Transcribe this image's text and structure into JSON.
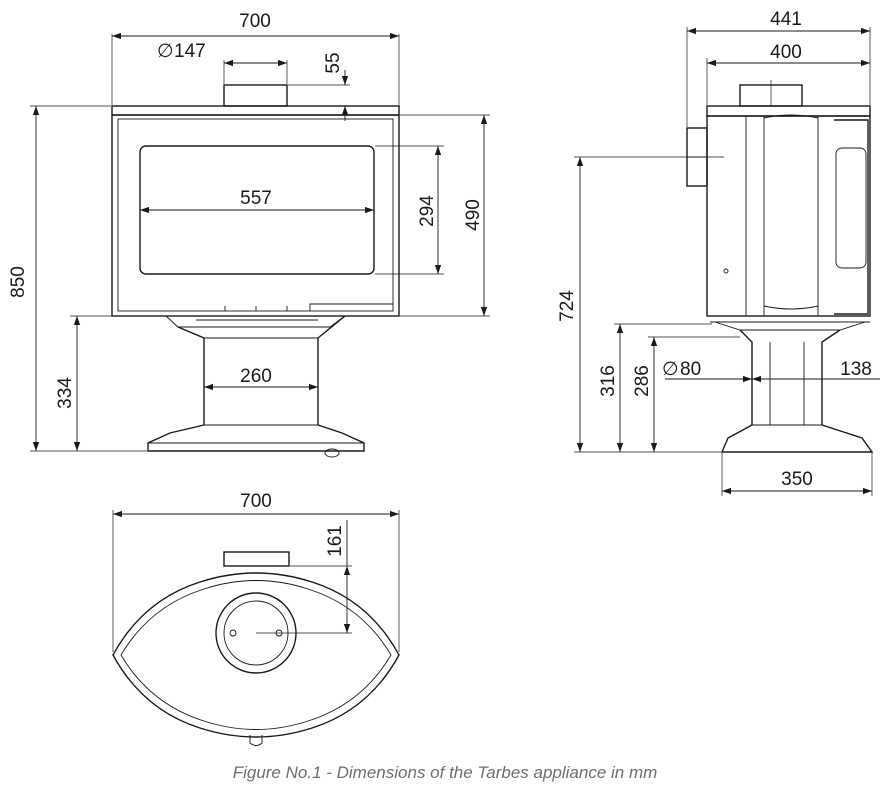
{
  "front_view": {
    "width": "700",
    "flue_diameter": "147",
    "flue_height": "55",
    "total_height": "850",
    "body_height": "490",
    "glass_width": "557",
    "glass_height": "294",
    "pedestal_width": "260",
    "pedestal_height": "334"
  },
  "side_view": {
    "overall_depth": "441",
    "body_depth": "400",
    "flue_center_height": "724",
    "outlet_height_outer": "316",
    "outlet_height_inner": "286",
    "air_inlet_diameter": "80",
    "air_inlet_offset": "138",
    "base_depth": "350"
  },
  "top_view": {
    "width": "700",
    "flue_offset": "161"
  },
  "diameter_symbol": "∅",
  "caption": "Figure No.1 - Dimensions of the Tarbes appliance in mm"
}
